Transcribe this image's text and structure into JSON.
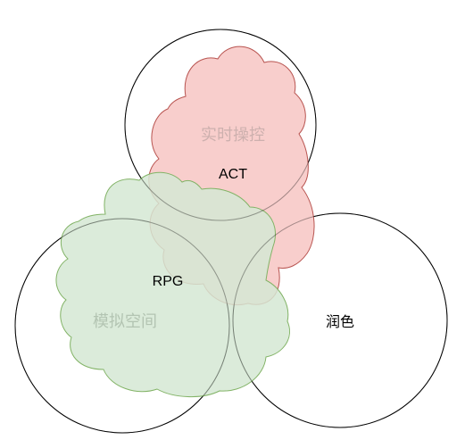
{
  "diagram": {
    "circles": {
      "top": {
        "label": ""
      },
      "left": {
        "label": ""
      },
      "right": {
        "label": "润色"
      }
    },
    "clouds": {
      "red": {
        "title": "实时操控",
        "label": "ACT",
        "fill": "#f8cecc",
        "stroke": "#b85450",
        "title_color": "#cdb0ae"
      },
      "green": {
        "title": "模拟空间",
        "label": "RPG",
        "fill": "#d5e8d4",
        "stroke": "#82b366",
        "title_color": "#b3c4b2"
      }
    },
    "circle_stroke": "#000000"
  }
}
